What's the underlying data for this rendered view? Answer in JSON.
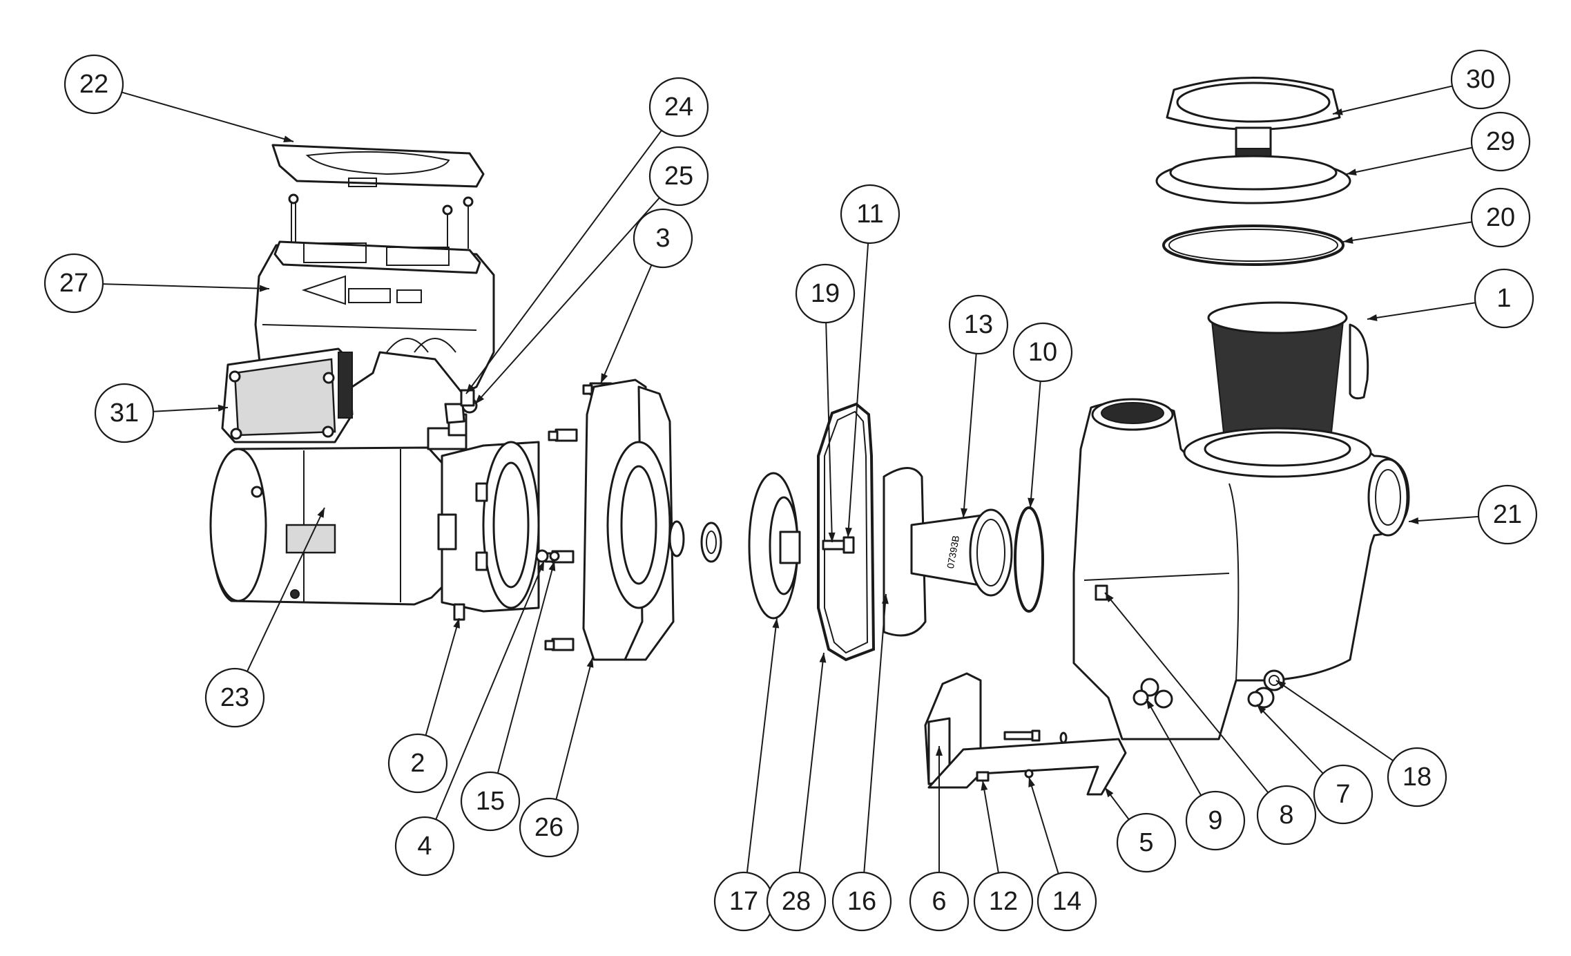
{
  "diagram": {
    "callouts": [
      {
        "label": "22",
        "id": "22"
      },
      {
        "label": "24",
        "id": "24"
      },
      {
        "label": "25",
        "id": "25"
      },
      {
        "label": "3",
        "id": "3"
      },
      {
        "label": "11",
        "id": "11"
      },
      {
        "label": "19",
        "id": "19"
      },
      {
        "label": "13",
        "id": "13"
      },
      {
        "label": "10",
        "id": "10"
      },
      {
        "label": "30",
        "id": "30"
      },
      {
        "label": "29",
        "id": "29"
      },
      {
        "label": "20",
        "id": "20"
      },
      {
        "label": "1",
        "id": "1"
      },
      {
        "label": "27",
        "id": "27"
      },
      {
        "label": "31",
        "id": "31"
      },
      {
        "label": "21",
        "id": "21"
      },
      {
        "label": "23",
        "id": "23"
      },
      {
        "label": "2",
        "id": "2"
      },
      {
        "label": "15",
        "id": "15"
      },
      {
        "label": "4",
        "id": "4"
      },
      {
        "label": "26",
        "id": "26"
      },
      {
        "label": "17",
        "id": "17"
      },
      {
        "label": "28",
        "id": "28"
      },
      {
        "label": "16",
        "id": "16"
      },
      {
        "label": "6",
        "id": "6"
      },
      {
        "label": "12",
        "id": "12"
      },
      {
        "label": "14",
        "id": "14"
      },
      {
        "label": "5",
        "id": "5"
      },
      {
        "label": "9",
        "id": "9"
      },
      {
        "label": "8",
        "id": "8"
      },
      {
        "label": "7",
        "id": "7"
      },
      {
        "label": "18",
        "id": "18"
      }
    ],
    "label_texts": {
      "impeller_marking": "07393B"
    }
  }
}
